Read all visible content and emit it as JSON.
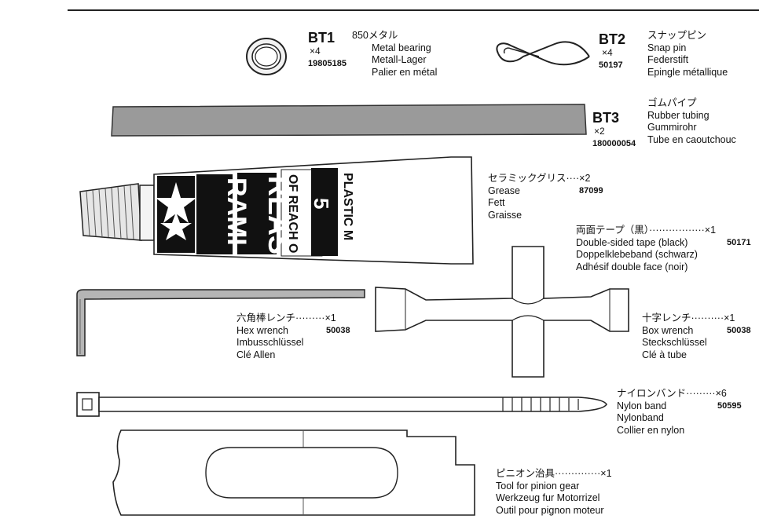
{
  "parts": {
    "bt1": {
      "code": "BT1",
      "qty": "×4",
      "number": "19805185",
      "name_jp": "850メタル",
      "names": [
        "Metal bearing",
        "Metall-Lager",
        "Palier en métal"
      ]
    },
    "bt2": {
      "code": "BT2",
      "qty": "×4",
      "number": "50197",
      "name_jp": "スナップピン",
      "names": [
        "Snap pin",
        "Federstift",
        "Epingle métallique"
      ]
    },
    "bt3": {
      "code": "BT3",
      "qty": "×2",
      "number": "180000054",
      "name_jp": "ゴムパイプ",
      "names": [
        "Rubber tubing",
        "Gummirohr",
        "Tube en caoutchouc"
      ]
    },
    "grease": {
      "title_jp": "セラミックグリス····×2",
      "number": "87099",
      "names": [
        "Grease",
        "Fett",
        "Graisse"
      ],
      "tube_text": [
        "RAMI",
        "REAS",
        "OF REACH O",
        "5",
        "PLASTIC M"
      ]
    },
    "tape": {
      "title_jp": "両面テープ（黒）·················×1",
      "number": "50171",
      "names": [
        "Double-sided tape (black)",
        "Doppelklebeband (schwarz)",
        "Adhésif double face (noir)"
      ]
    },
    "hex_wrench": {
      "title_jp": "六角棒レンチ·········×1",
      "number": "50038",
      "names": [
        "Hex wrench",
        "Imbusschlüssel",
        "Clé Allen"
      ]
    },
    "box_wrench": {
      "title_jp": "十字レンチ··········×1",
      "number": "50038",
      "names": [
        "Box wrench",
        "Steckschlüssel",
        "Clé à tube"
      ]
    },
    "nylon_band": {
      "title_jp": "ナイロンバンド·········×6",
      "number": "50595",
      "names": [
        "Nylon band",
        "Nylonband",
        "Collier en nylon"
      ]
    },
    "pinion_tool": {
      "title_jp": "ピニオン治具··············×1",
      "names": [
        "Tool for pinion gear",
        "Werkzeug fur Motorrizel",
        "Outil pour pignon moteur"
      ]
    }
  }
}
